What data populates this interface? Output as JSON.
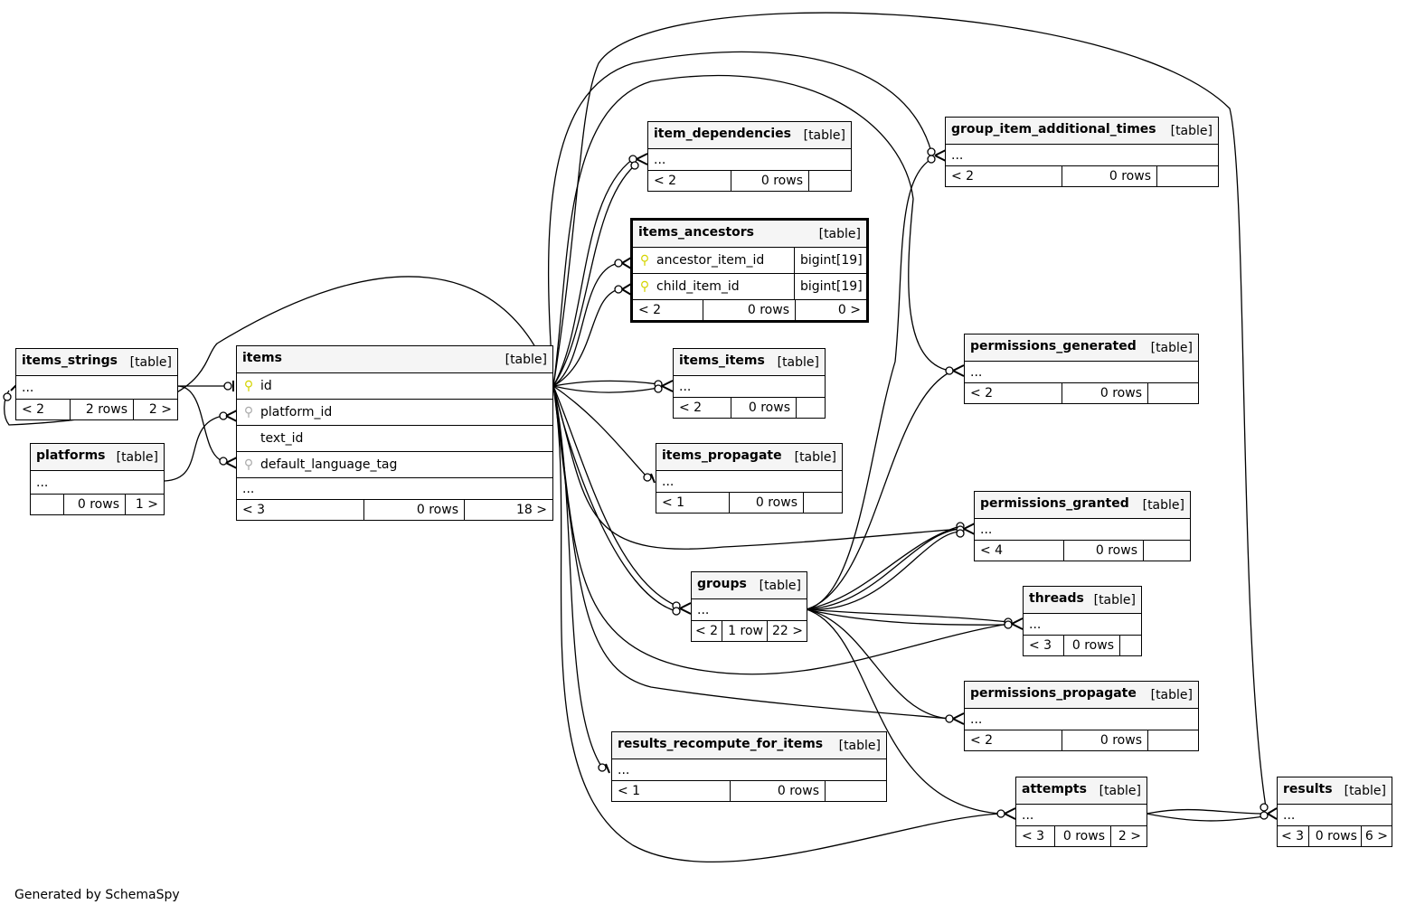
{
  "credit": "Generated by SchemaSpy",
  "colors": {
    "pk_key": "#d4d400",
    "fk_key": "#aaaaaa",
    "header_bg": "#f5f5f5",
    "line": "#000000"
  },
  "tables": {
    "items_strings": {
      "name": "items_strings",
      "type": "[table]",
      "col": "...",
      "f1": "< 2",
      "f2": "2 rows",
      "f3": "2 >"
    },
    "platforms": {
      "name": "platforms",
      "type": "[table]",
      "col": "...",
      "f1": "",
      "f2": "0 rows",
      "f3": "1 >"
    },
    "items": {
      "name": "items",
      "type": "[table]",
      "columns": [
        "id",
        "platform_id",
        "text_id",
        "default_language_tag",
        "..."
      ],
      "f1": "< 3",
      "f2": "0 rows",
      "f3": "18 >"
    },
    "item_dependencies": {
      "name": "item_dependencies",
      "type": "[table]",
      "col": "...",
      "f1": "< 2",
      "f2": "0 rows",
      "f3": ""
    },
    "items_ancestors": {
      "name": "items_ancestors",
      "type": "[table]",
      "columns": [
        {
          "name": "ancestor_item_id",
          "type": "bigint[19]"
        },
        {
          "name": "child_item_id",
          "type": "bigint[19]"
        }
      ],
      "f1": "< 2",
      "f2": "0 rows",
      "f3": "0 >"
    },
    "items_items": {
      "name": "items_items",
      "type": "[table]",
      "col": "...",
      "f1": "< 2",
      "f2": "0 rows",
      "f3": ""
    },
    "items_propagate": {
      "name": "items_propagate",
      "type": "[table]",
      "col": "...",
      "f1": "< 1",
      "f2": "0 rows",
      "f3": ""
    },
    "groups": {
      "name": "groups",
      "type": "[table]",
      "col": "...",
      "f1": "< 2",
      "f2": "1 row",
      "f3": "22 >"
    },
    "results_recompute_for_items": {
      "name": "results_recompute_for_items",
      "type": "[table]",
      "col": "...",
      "f1": "< 1",
      "f2": "0 rows",
      "f3": ""
    },
    "group_item_additional_times": {
      "name": "group_item_additional_times",
      "type": "[table]",
      "col": "...",
      "f1": "< 2",
      "f2": "0 rows",
      "f3": ""
    },
    "permissions_generated": {
      "name": "permissions_generated",
      "type": "[table]",
      "col": "...",
      "f1": "< 2",
      "f2": "0 rows",
      "f3": ""
    },
    "permissions_granted": {
      "name": "permissions_granted",
      "type": "[table]",
      "col": "...",
      "f1": "< 4",
      "f2": "0 rows",
      "f3": ""
    },
    "threads": {
      "name": "threads",
      "type": "[table]",
      "col": "...",
      "f1": "< 3",
      "f2": "0 rows",
      "f3": ""
    },
    "permissions_propagate": {
      "name": "permissions_propagate",
      "type": "[table]",
      "col": "...",
      "f1": "< 2",
      "f2": "0 rows",
      "f3": ""
    },
    "attempts": {
      "name": "attempts",
      "type": "[table]",
      "col": "...",
      "f1": "< 3",
      "f2": "0 rows",
      "f3": "2 >"
    },
    "results": {
      "name": "results",
      "type": "[table]",
      "col": "...",
      "f1": "< 3",
      "f2": "0 rows",
      "f3": "6 >"
    }
  }
}
